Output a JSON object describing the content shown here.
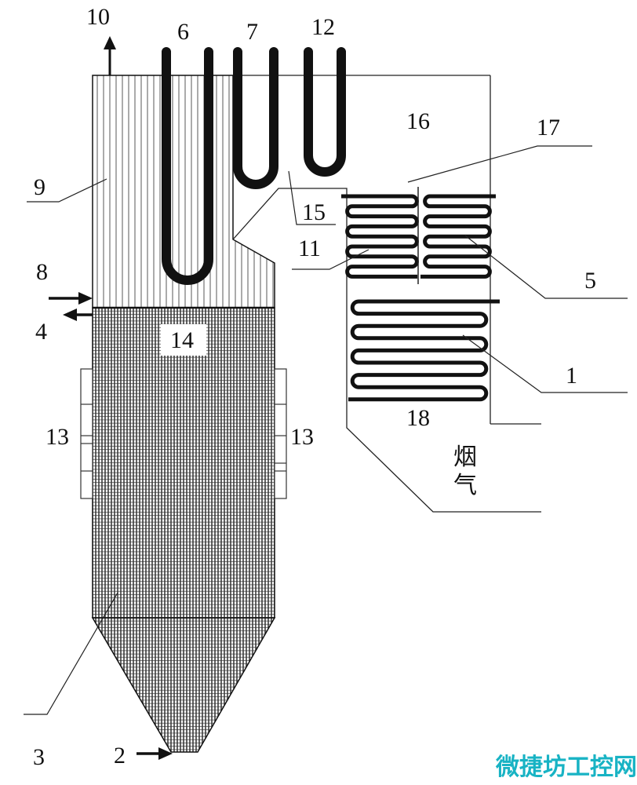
{
  "figure": {
    "labels": {
      "l1": "1",
      "l2": "2",
      "l3": "3",
      "l4": "4",
      "l5": "5",
      "l6": "6",
      "l7": "7",
      "l8": "8",
      "l9": "9",
      "l10": "10",
      "l11": "11",
      "l12": "12",
      "l13a": "13",
      "l13b": "13",
      "l14": "14",
      "l15": "15",
      "l16": "16",
      "l17": "17",
      "l18": "18"
    },
    "flue_gas": [
      "烟",
      "气"
    ]
  },
  "watermark": "微捷坊工控网",
  "colors": {
    "line": "#111111",
    "watermark": "#18b3c4"
  }
}
